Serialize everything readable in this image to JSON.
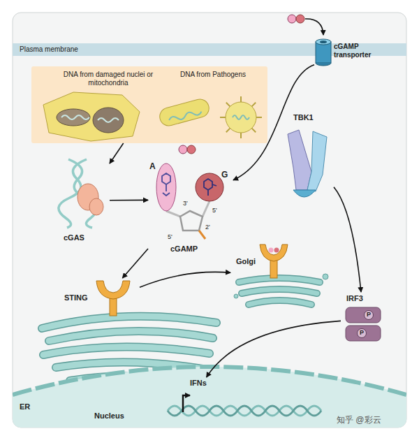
{
  "diagram": {
    "nodes": [
      {
        "text": [
          "Plasma membrane"
        ]
      },
      {
        "text": [
          "cGAMP transporter"
        ]
      },
      {
        "text": [
          "DNA from damaged nuclei or mitochondria",
          "DNA from Pathogens"
        ]
      },
      {
        "text": [
          "cGAS"
        ]
      },
      {
        "text": [
          "cGAMP"
        ]
      },
      {
        "text": [
          "TBK1"
        ]
      },
      {
        "text": [
          "Golgi"
        ]
      },
      {
        "text": [
          "STING"
        ]
      },
      {
        "text": [
          "ER"
        ]
      },
      {
        "text": [
          "IRF3"
        ]
      },
      {
        "text": [
          "Nucleus"
        ]
      },
      {
        "text": [
          "IFNs"
        ],
        "in": 10
      }
    ],
    "edges": [
      {
        "from": 2,
        "to": 3,
        "arrow": "to"
      },
      {
        "from": 3,
        "to": 4,
        "arrow": "to"
      },
      {
        "from": 1,
        "to": 4,
        "arrow": "to"
      },
      {
        "from": 4,
        "to": 7,
        "arrow": "to"
      },
      {
        "from": 7,
        "to": 6,
        "arrow": "to"
      },
      {
        "from": 5,
        "to": 9,
        "arrow": "to"
      },
      {
        "from": 9,
        "to": 11,
        "arrow": "to"
      }
    ],
    "labels": [
      "A",
      "G",
      "3'",
      "5'",
      "2'",
      "5'",
      "P",
      "P",
      "知乎 @彩云"
    ]
  }
}
